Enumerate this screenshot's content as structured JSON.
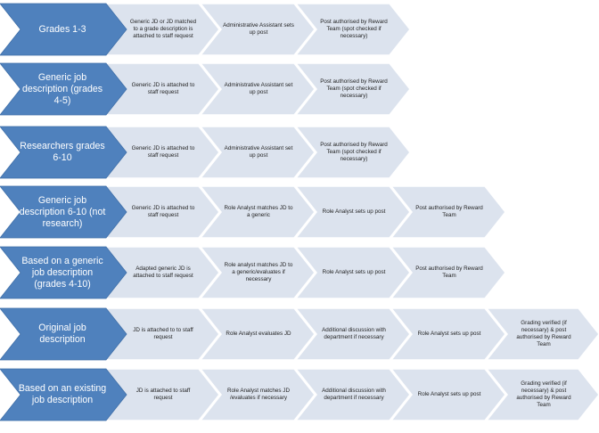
{
  "colors": {
    "header_fill": "#4f81bd",
    "header_fill_dark": "#3f6fa8",
    "step_fill": "#dce3ee",
    "step_edge": "#ffffff"
  },
  "rows": [
    {
      "header": "Grades 1-3",
      "steps": [
        "Generic JD or JD matched to a grade description is attached to staff request",
        "Administrative Assistant sets up post",
        "Post authorised by Reward Team (spot checked if necessary)"
      ]
    },
    {
      "header": "Generic job description (grades 4-5)",
      "steps": [
        "Generic JD is  attached to staff request",
        "Administrative Assistant set up post",
        "Post authorised by Reward Team (spot checked if necessary)"
      ]
    },
    {
      "header": "Researchers grades 6-10",
      "steps": [
        "Generic JD is attached to staff request",
        "Administrative Assistant set up post",
        "Post authorised by Reward Team (spot checked if necessary)"
      ]
    },
    {
      "header": "Generic job description 6-10 (not research)",
      "steps": [
        "Generic JD is  attached to staff request",
        "Role Analyst matches JD to a generic",
        "Role Analyst sets up post",
        "Post authorised by Reward Team"
      ]
    },
    {
      "header": "Based on a generic job description (grades 4-10)",
      "steps": [
        "Adapted generic JD is attached to staff request",
        "Role analyst matches JD to a generic/evaluates if necessary",
        "Role Analyst sets up post",
        "Post authorised by Reward Team"
      ]
    },
    {
      "header": "Original job description",
      "steps": [
        "JD is attached to to staff request",
        "Role Analyst evaluates JD",
        "Additional discussion with department if necessary",
        "Role Analyst sets up post",
        "Grading verified (if necessary) & post authorised by Reward Team"
      ]
    },
    {
      "header": "Based on an existing job description",
      "steps": [
        "JD is attached to staff request",
        "Role Analyst matches JD /evaluates if necessary",
        "Additional discussion with department if necessary",
        "Role Analyst sets up post",
        "Grading verified (if necessary) & post authorised by Reward Team"
      ]
    }
  ]
}
